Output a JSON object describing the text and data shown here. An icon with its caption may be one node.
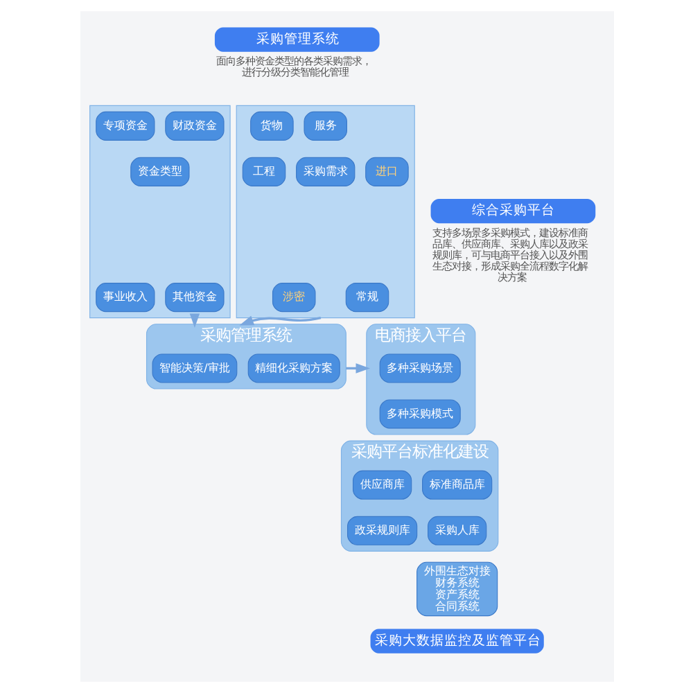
{
  "diagram": {
    "nodes": [
      {
        "text": [
          "采购管理系统"
        ],
        "beside": [
          "面向多种资金类型的各类采购需求，进行分级分类智能化管理"
        ]
      },
      {
        "text": [
          "综合采购平台"
        ],
        "beside": [
          "支持多场景多采购模式，建设标准商品库、供应商库、采购人库以及政采规则库，可与电商平台接入以及外围生态对接，形成采购全流程数字化解决方案"
        ]
      },
      {
        "text": [
          "采购大数据监控及监管平台"
        ]
      },
      {
        "text": [],
        "shape": "box"
      },
      {
        "text": [
          "资金类型"
        ],
        "in": 3
      },
      {
        "text": [
          "财政资金"
        ],
        "in": 3
      },
      {
        "text": [
          "专项资金"
        ],
        "in": 3
      },
      {
        "text": [
          "事业收入"
        ],
        "in": 3
      },
      {
        "text": [
          "其他资金"
        ],
        "in": 3
      },
      {
        "text": [],
        "shape": "box"
      },
      {
        "text": [
          "采购需求"
        ],
        "in": 9
      },
      {
        "text": [
          "服务"
        ],
        "in": 9
      },
      {
        "text": [
          "货物"
        ],
        "in": 9
      },
      {
        "text": [
          "工程"
        ],
        "in": 9
      },
      {
        "text": [
          "进口"
        ],
        "in": 9
      },
      {
        "text": [
          "涉密"
        ],
        "in": 9
      },
      {
        "text": [
          "常规"
        ],
        "in": 9
      },
      {
        "text": [
          "采购管理系统"
        ]
      },
      {
        "text": [
          "智能决策/审批"
        ],
        "in": 17
      },
      {
        "text": [
          "精细化采购方案"
        ],
        "in": 17
      },
      {
        "text": [
          "电商接入平台"
        ]
      },
      {
        "text": [
          "多种采购场景"
        ],
        "in": 20
      },
      {
        "text": [
          "多种采购模式"
        ],
        "in": 20
      },
      {
        "text": [
          "采购平台标准化建设"
        ]
      },
      {
        "text": [
          "标准商品库"
        ],
        "in": 23
      },
      {
        "text": [
          "供应商库"
        ],
        "in": 23
      },
      {
        "text": [
          "采购人库"
        ],
        "in": 23
      },
      {
        "text": [
          "政采规则库"
        ],
        "in": 23
      },
      {
        "text": [
          "外围生态对接",
          "财务系统",
          "资产系统",
          "合同系统"
        ]
      }
    ],
    "edges": [
      {
        "from": 3,
        "to": 17,
        "arrow": "to"
      },
      {
        "from": 9,
        "to": 17,
        "arrow": "to"
      },
      {
        "from": 17,
        "to": 20,
        "arrow": "to"
      }
    ]
  }
}
